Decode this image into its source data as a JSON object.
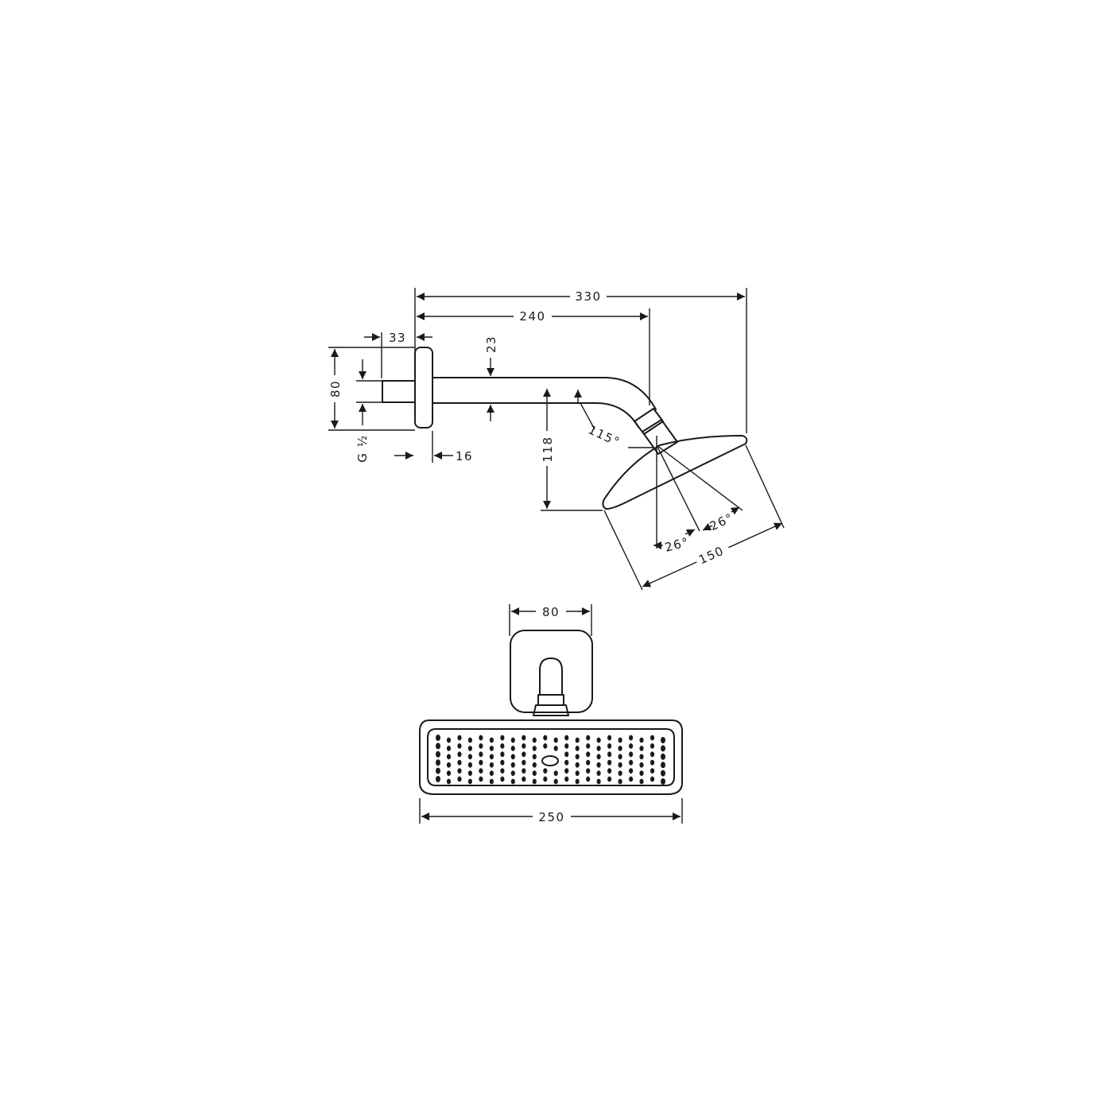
{
  "side_view": {
    "dimensions": {
      "overall_length": "330",
      "arm_length": "240",
      "wall_offset": "33",
      "flange_height": "80",
      "arm_diameter": "23",
      "thread": "G ½",
      "flange_thickness": "16",
      "drop_height": "118",
      "arm_angle": "115°",
      "spray_angle_left": "26°",
      "spray_angle_right": "26°",
      "head_diameter": "150"
    }
  },
  "front_view": {
    "dimensions": {
      "flange_width": "80",
      "head_width": "250"
    }
  }
}
